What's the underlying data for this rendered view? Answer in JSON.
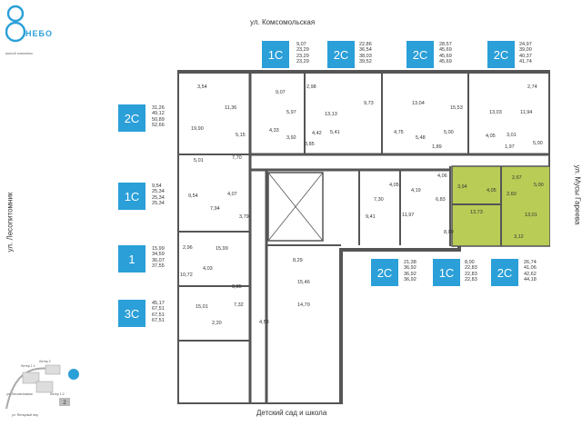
{
  "brand": {
    "name": "НЕБО",
    "subtitle": "жилой комплекс"
  },
  "streets": {
    "top": "ул. Комсомольская",
    "bottom": "Детский сад и школа",
    "left": "ул. Лесопитомник",
    "right": "ул. Мусы Гареева"
  },
  "colors": {
    "accent": "#2a9fd8",
    "highlight": "#b9cc56",
    "wall": "#555555"
  },
  "units": [
    {
      "type": "1С",
      "areas": [
        "9,07",
        "23,29",
        "23,29",
        "23,29"
      ]
    },
    {
      "type": "2С",
      "areas": [
        "22,86",
        "36,54",
        "38,03",
        "39,52"
      ]
    },
    {
      "type": "2С",
      "areas": [
        "28,57",
        "45,69",
        "45,69",
        "45,69"
      ]
    },
    {
      "type": "2С",
      "areas": [
        "24,97",
        "39,00",
        "40,37",
        "41,74"
      ]
    },
    {
      "type": "2С",
      "areas": [
        "31,26",
        "49,12",
        "50,89",
        "52,66"
      ]
    },
    {
      "type": "1С",
      "areas": [
        "9,54",
        "25,34",
        "25,34",
        "25,34"
      ]
    },
    {
      "type": "1",
      "areas": [
        "15,99",
        "34,59",
        "36,07",
        "37,55"
      ]
    },
    {
      "type": "3С",
      "areas": [
        "45,17",
        "67,51",
        "67,51",
        "67,51"
      ]
    },
    {
      "type": "2С",
      "areas": [
        "21,38",
        "36,92",
        "36,92",
        "36,92"
      ]
    },
    {
      "type": "1С",
      "areas": [
        "8,00",
        "22,83",
        "22,83",
        "22,83"
      ]
    },
    {
      "type": "2С",
      "areas": [
        "26,74",
        "41,06",
        "42,62",
        "44,18"
      ]
    }
  ],
  "rooms": [
    "3,54",
    "11,36",
    "9,07",
    "5,97",
    "2,98",
    "9,73",
    "13,13",
    "13,04",
    "15,53",
    "13,03",
    "2,74",
    "11,94",
    "19,90",
    "5,15",
    "4,33",
    "3,92",
    "4,42",
    "3,85",
    "5,41",
    "4,75",
    "5,48",
    "1,89",
    "5,00",
    "4,05",
    "3,01",
    "1,97",
    "5,00",
    "5,01",
    "7,70",
    "9,54",
    "4,07",
    "7,94",
    "3,79",
    "2,96",
    "15,99",
    "4,03",
    "10,72",
    "3,85",
    "15,01",
    "7,32",
    "2,20",
    "4,53",
    "14,70",
    "15,46",
    "8,29",
    "7,30",
    "4,19",
    "4,05",
    "9,41",
    "11,97",
    "6,83",
    "4,06",
    "3,94",
    "8,00",
    "2,67",
    "5,00",
    "4,05",
    "2,60",
    "13,73",
    "13,01",
    "3,12"
  ],
  "map_labels": [
    "Литер 1.1",
    "Литер 1.2",
    "Литер 2",
    "ул. Лесопитомник",
    "ул. Янтарный пер."
  ],
  "map_badge": "2"
}
